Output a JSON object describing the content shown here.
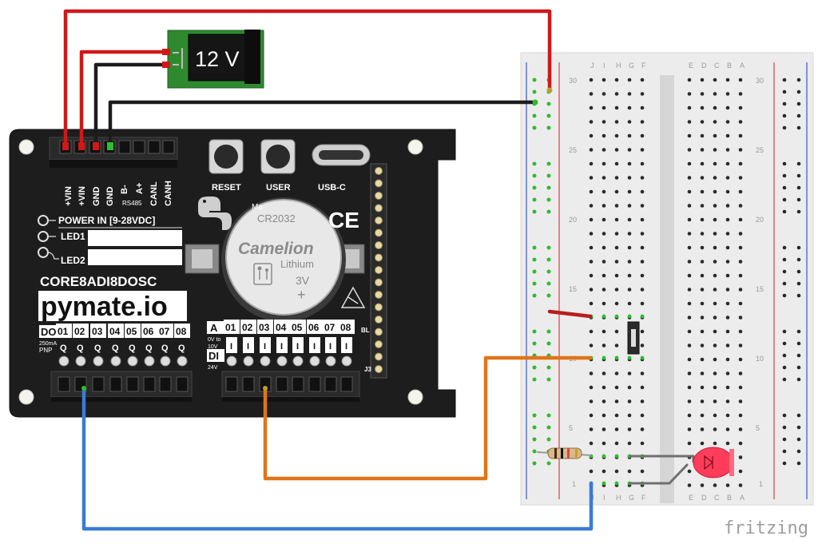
{
  "power_jack": {
    "label": "12 V"
  },
  "board": {
    "name": "CORE8ADI8DOSC",
    "brand": "pymate.io",
    "power_in": "POWER IN [9-28VDC]",
    "led1": "LED1",
    "led2": "LED2",
    "terminal_labels": [
      "+VIN",
      "+VIN",
      "GND",
      "GND",
      "B-",
      "A+",
      "CANL",
      "CANH"
    ],
    "rs485": "RS485",
    "buttons": {
      "reset": "RESET",
      "user": "USER",
      "usbc": "USB-C"
    },
    "battery": {
      "model": "CR2032",
      "brand": "Camelion",
      "type": "Lithium",
      "voltage": "3V",
      "plus": "+",
      "marker": "Ma"
    },
    "ce_mark": "CE",
    "do": {
      "label": "DO",
      "spec1": "250mA",
      "spec2": "PNP",
      "channels": [
        "01",
        "02",
        "03",
        "04",
        "05",
        "06",
        "07",
        "08"
      ],
      "pin": "Q"
    },
    "ai": {
      "label": "A",
      "spec1": "0V to",
      "spec2": "10V",
      "channels": [
        "01",
        "02",
        "03",
        "04",
        "05",
        "06",
        "07",
        "08"
      ],
      "pin": "I"
    },
    "di": {
      "label": "DI",
      "spec": "24V"
    },
    "header_labels": {
      "bl": "BL",
      "j3": "J3"
    }
  },
  "breadboard": {
    "columns_left": [
      "J",
      "I",
      "H",
      "G",
      "F"
    ],
    "columns_right": [
      "E",
      "D",
      "C",
      "B",
      "A"
    ],
    "row_numbers": [
      "30",
      "25",
      "20",
      "15",
      "10",
      "5",
      "1"
    ]
  },
  "watermark": "fritzing",
  "wire_colors": {
    "red": "#d01818",
    "black": "#1c1c1c",
    "orange": "#e07417",
    "blue": "#3a7bd5",
    "gray": "#6f6f6f"
  }
}
